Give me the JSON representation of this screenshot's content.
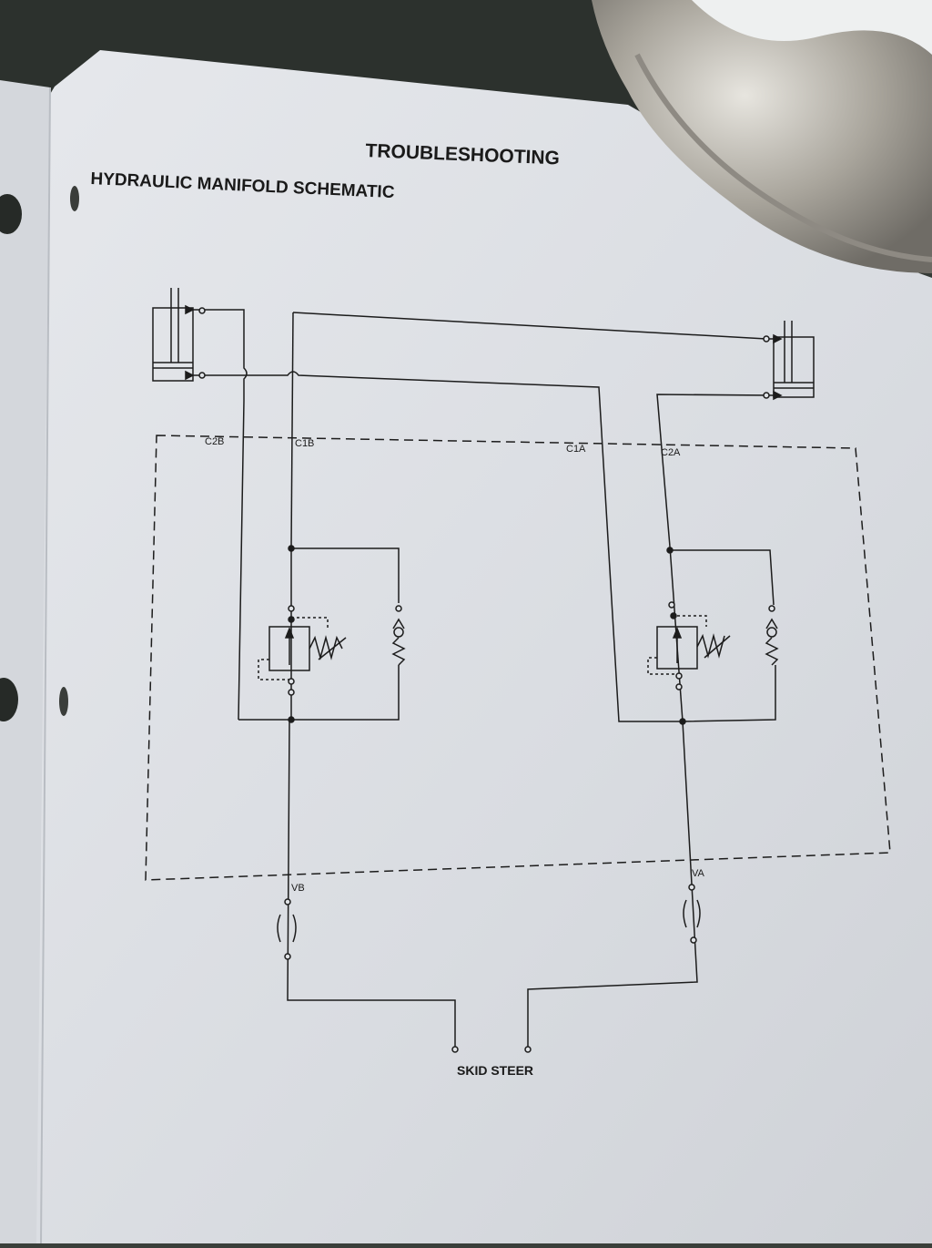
{
  "page": {
    "header": "TROUBLESHOOTING",
    "title": "HYDRAULIC MANIFOLD SCHEMATIC"
  },
  "ports": {
    "c2b": "C2B",
    "c1b": "C1B",
    "c1a": "C1A",
    "c2a": "C2A",
    "vb": "VB",
    "va": "VA"
  },
  "footer_label": "SKID STEER",
  "colors": {
    "paper": "#dfe2e6",
    "line": "#1c1c1c",
    "background": "#3a3f3a",
    "metal": "#b9b6ae"
  }
}
